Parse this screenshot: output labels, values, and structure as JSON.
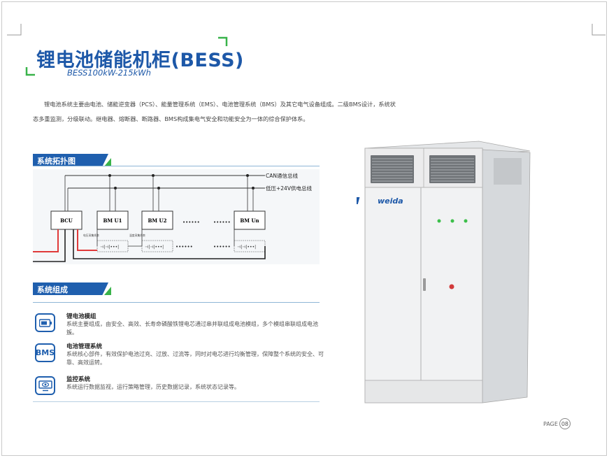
{
  "header": {
    "title": "锂电池储能机柜(BESS)",
    "subtitle": "BESS100kW-215kWh"
  },
  "intro": {
    "paragraph": "锂电池系统主要由电池、储能逆变器（PCS）、能量管理系统（EMS）、电池管理系统（BMS）及其它电气设备组成。二级BMS设计，系统状态多重监测，分级联动。继电器、熔断器、断路器、BMS构成集电气安全和功能安全为一体的综合保护体系。"
  },
  "topology": {
    "section_title": "系统拓扑图",
    "can_bus_label": "CAN通信总线",
    "power_bus_label": "低压+24V供电总线",
    "units": [
      "BCU",
      "BM U1",
      "BM U2",
      "BM Un"
    ],
    "dots": "••••••",
    "small_label_left": "电压采集线束",
    "small_label_right": "温度采集线束"
  },
  "composition": {
    "section_title": "系统组成",
    "items": [
      {
        "icon": "battery-icon",
        "title": "锂电池模组",
        "desc": "系统主要组成，由安全、高效、长寿命磷酸铁锂电芯通过串并联组成电池模组，多个模组串联组成电池簇。"
      },
      {
        "icon": "bms-icon",
        "icon_text": "BMS",
        "title": "电池管理系统",
        "desc": "系统核心部件，有效保护电池过充、过放、过流等，同时对电芯进行均衡管理，保障整个系统的安全、可靠、高效运转。"
      },
      {
        "icon": "monitor-icon",
        "title": "监控系统",
        "desc": "系统运行数据监视，运行策略管理，历史数据记录，系统状态记录等。"
      }
    ]
  },
  "cabinet": {
    "brand": "weida"
  },
  "footer": {
    "page_label": "PAGE",
    "page_number": "08"
  },
  "colors": {
    "brand_blue": "#1d58a8",
    "accent_green": "#39b34a",
    "wire_red": "#e03a3a"
  }
}
